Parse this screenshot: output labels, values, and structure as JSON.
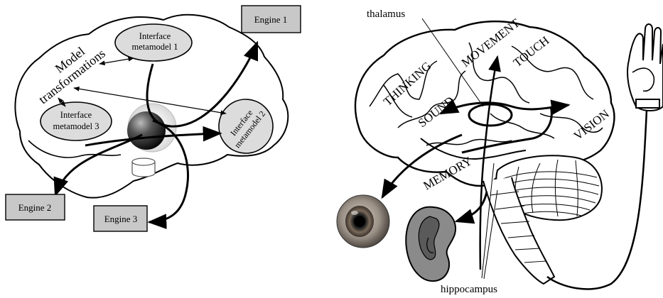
{
  "left_diagram": {
    "model_label_line1": "Model",
    "model_label_line2": "transformations",
    "interface1_line1": "Interface",
    "interface1_line2": "metamodel 1",
    "interface2_line1": "Interface",
    "interface2_line2": "metamodel 2",
    "interface3_line1": "Interface",
    "interface3_line2": "metamodel 3",
    "engine1": "Engine 1",
    "engine2": "Engine 2",
    "engine3": "Engine 3"
  },
  "right_diagram": {
    "thalamus": "thalamus",
    "hippocampus": "hippocampus",
    "thinking": "THINKING",
    "movement": "MOVEMENT",
    "touch": "TOUCH",
    "sound": "SOUND",
    "vision": "VISION",
    "memory": "MEMORY"
  },
  "colors": {
    "box_fill": "#c8c8c8",
    "ellipse_fill": "#dcdcdc",
    "ink": "#000000"
  }
}
